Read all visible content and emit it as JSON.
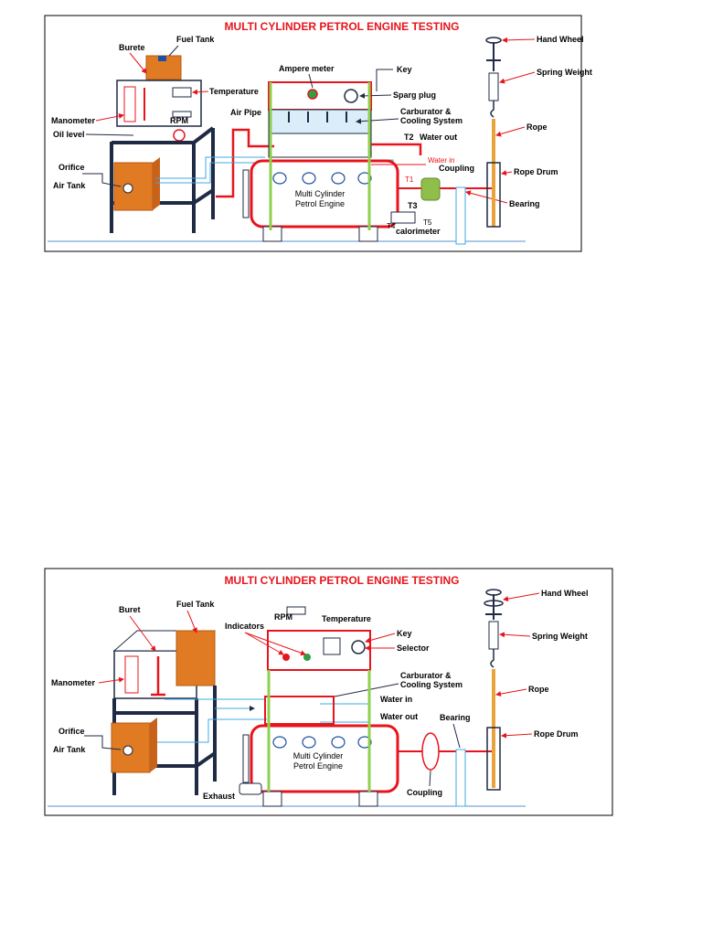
{
  "colors": {
    "frame": "#1f2a44",
    "engine": "#e8141c",
    "tank": "#e07b24",
    "pillar": "#8fd04e",
    "pipe": "#40a8e0",
    "rope": "#e8a33a",
    "title": "#e8141c",
    "label": "#000000",
    "floor": "#5a8fd0"
  },
  "diagram1": {
    "title": "MULTI CYLINDER PETROL ENGINE TESTING",
    "labels": {
      "fuel_tank": "Fuel Tank",
      "burete": "Burete",
      "temperature": "Temperature",
      "rpm": "RPM",
      "manometer": "Manometer",
      "oil_level": "Oil level",
      "orifice": "Orifice",
      "air_tank": "Air Tank",
      "air_pipe": "Air Pipe",
      "ampere_meter": "Ampere meter",
      "key": "Key",
      "sparg_plug": "Sparg plug",
      "carburator": "Carburator &",
      "cooling_system": "Cooling System",
      "t2": "T2",
      "water_out": "Water out",
      "water_in": "Water in",
      "t1": "T1",
      "coupling": "Coupling",
      "t3": "T3",
      "t4": "T4",
      "t5": "T5",
      "calorimeter": "calorimeter",
      "engine_line1": "Multi Cylinder",
      "engine_line2": "Petrol Engine",
      "hand_wheel": "Hand Wheel",
      "spring_weight": "Spring Weight",
      "rope": "Rope",
      "rope_drum": "Rope Drum",
      "bearing": "Bearing"
    }
  },
  "diagram2": {
    "title": "MULTI CYLINDER PETROL ENGINE TESTING",
    "labels": {
      "buret": "Buret",
      "fuel_tank": "Fuel Tank",
      "rpm": "RPM",
      "temperature": "Temperature",
      "indicators": "Indicators",
      "key": "Key",
      "selector": "Selector",
      "manometer": "Manometer",
      "carburator": "Carburator &",
      "cooling_system": "Cooling System",
      "water_in": "Water in",
      "water_out": "Water out",
      "orifice": "Orifice",
      "air_tank": "Air Tank",
      "engine_line1": "Multi Cylinder",
      "engine_line2": "Petrol Engine",
      "exhaust": "Exhaust",
      "coupling": "Coupling",
      "bearing": "Bearing",
      "hand_wheel": "Hand Wheel",
      "spring_weight": "Spring Weight",
      "rope": "Rope",
      "rope_drum": "Rope Drum"
    }
  }
}
